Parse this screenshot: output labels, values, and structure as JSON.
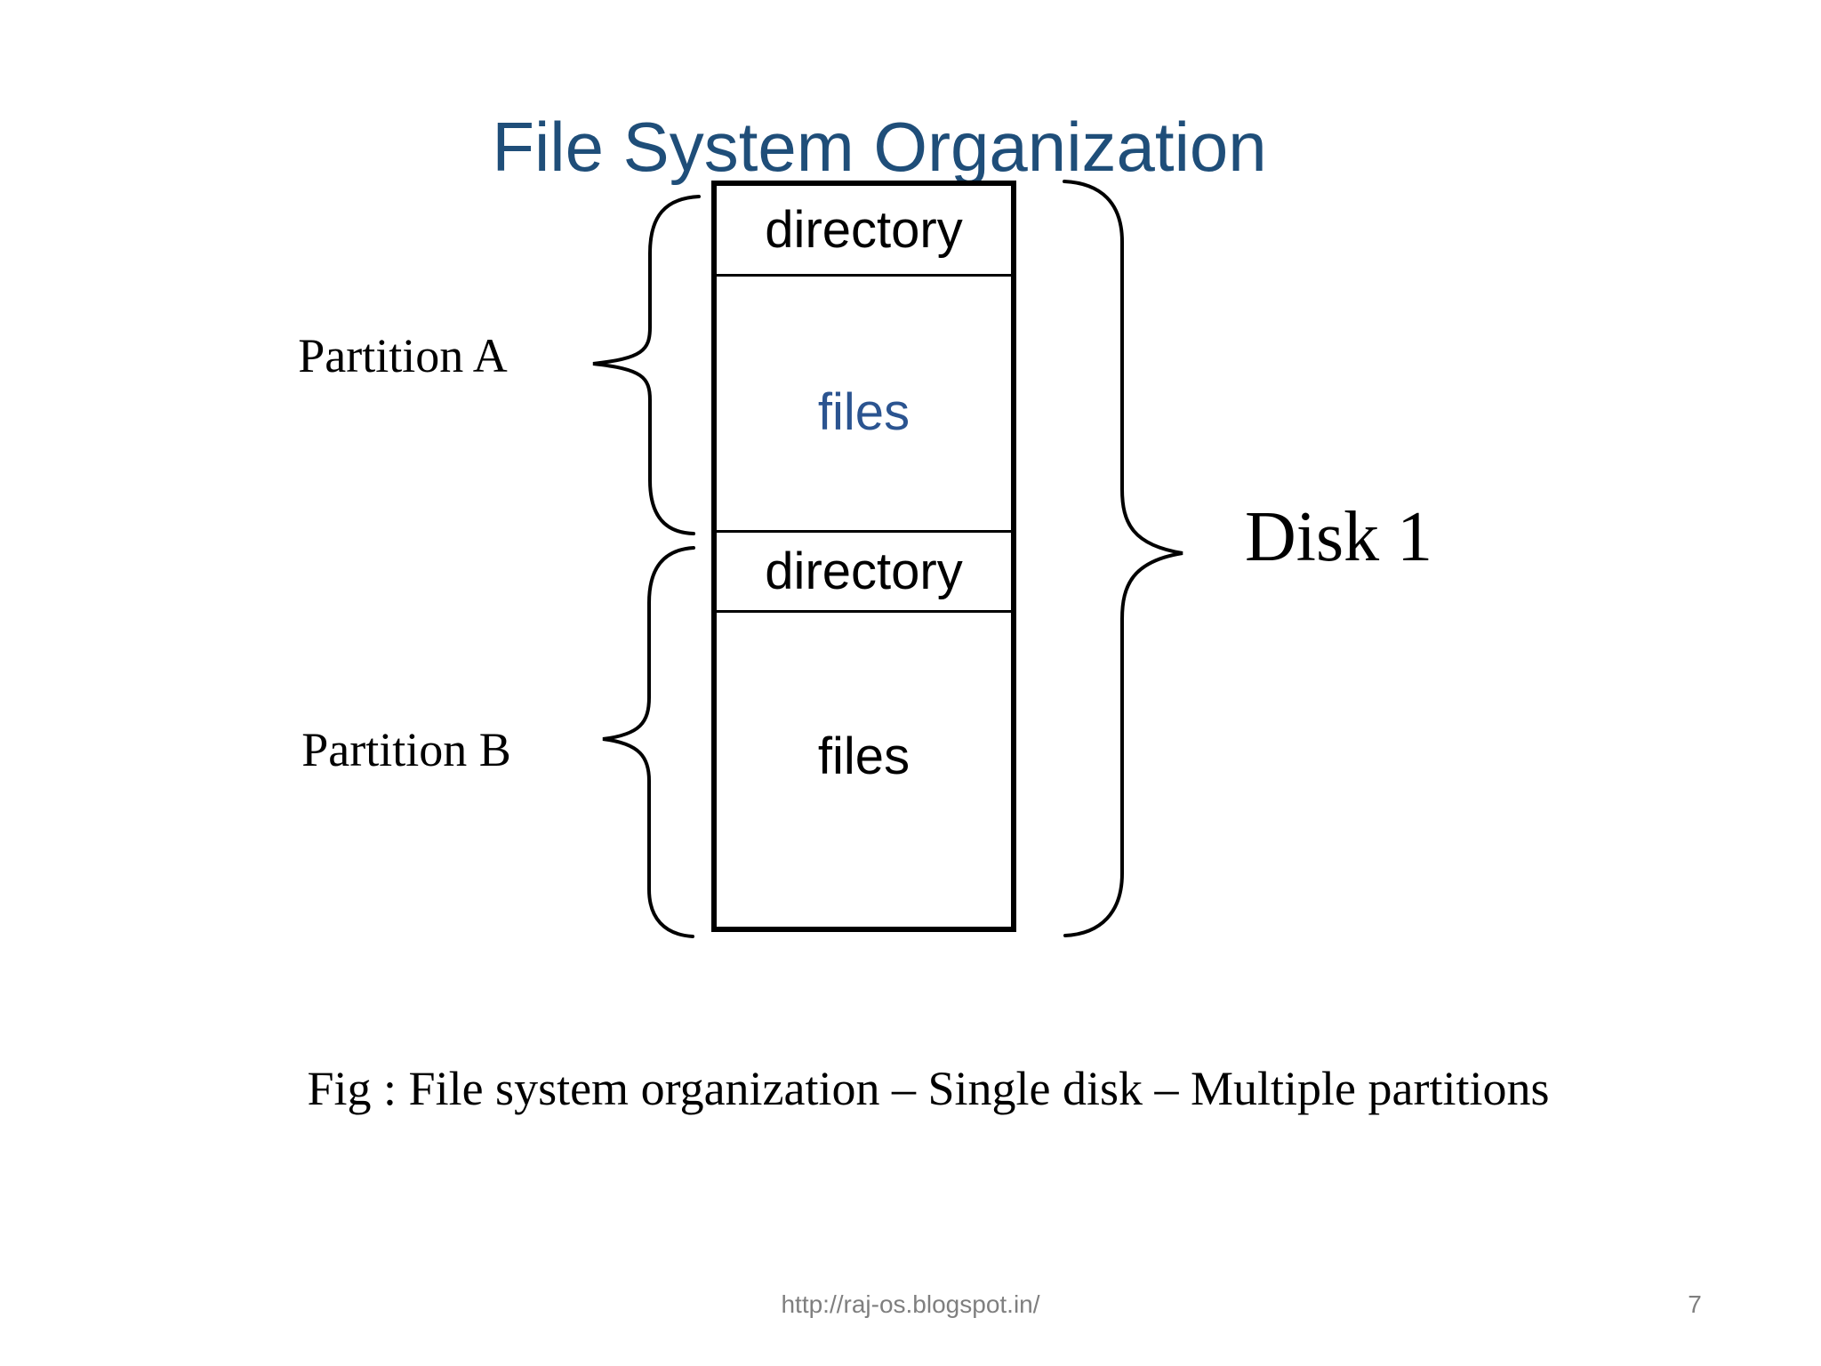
{
  "theme": {
    "title_color": "#1f4e79",
    "files_accent_color": "#2b5490",
    "text_color": "#000000",
    "muted_color": "#7f7f7f",
    "line_color": "#000000",
    "background_color": "#ffffff"
  },
  "slide": {
    "title": "File System Organization",
    "caption": "Fig : File system organization – Single disk – Multiple partitions",
    "footer": {
      "url": "http://raj-os.blogspot.in/",
      "page_number": "7"
    }
  },
  "diagram": {
    "disk_label": "Disk 1",
    "sections": [
      {
        "label": "directory",
        "accent": false
      },
      {
        "label": "files",
        "accent": true
      },
      {
        "label": "directory",
        "accent": false
      },
      {
        "label": "files",
        "accent": false
      }
    ],
    "partitions": [
      {
        "label": "Partition A"
      },
      {
        "label": "Partition B"
      }
    ]
  }
}
